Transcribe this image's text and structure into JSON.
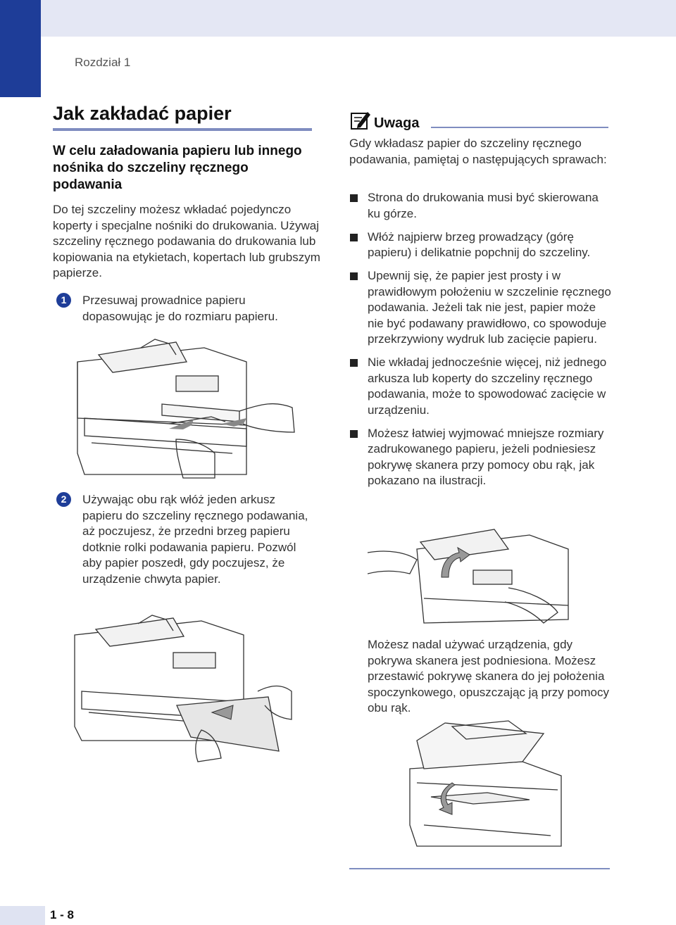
{
  "header": {
    "chapter": "Rozdział 1"
  },
  "section": {
    "title": "Jak zakładać papier",
    "subtitle": "W celu załadowania papieru lub innego nośnika do szczeliny ręcznego podawania",
    "intro": "Do tej szczeliny możesz wkładać pojedynczo koperty i specjalne nośniki do drukowania. Używaj szczeliny ręcznego podawania do drukowania lub kopiowania na etykietach, kopertach lub grubszym papierze."
  },
  "steps": [
    {
      "number": "1",
      "text": "Przesuwaj prowadnice papieru dopasowując je do rozmiaru papieru."
    },
    {
      "number": "2",
      "text": "Używając obu rąk włóż jeden arkusz papieru do szczeliny ręcznego podawania, aż poczujesz, że przedni brzeg papieru dotknie rolki podawania papieru. Pozwól aby papier poszedł, gdy poczujesz, że urządzenie chwyta papier."
    }
  ],
  "note": {
    "title": "Uwaga",
    "intro": "Gdy wkładasz papier do szczeliny ręcznego podawania, pamiętaj o następujących sprawach:",
    "bullets": [
      "Strona do drukowania musi być skierowana ku górze.",
      "Włóż najpierw brzeg prowadzący (górę papieru) i delikatnie popchnij do szczeliny.",
      "Upewnij się, że papier jest prosty i w prawidłowym położeniu w szczelinie ręcznego podawania. Jeżeli tak nie jest, papier może nie być podawany prawidłowo, co spowoduje przekrzywiony wydruk lub zacięcie papieru.",
      "Nie wkładaj jednocześnie więcej, niż jednego arkusza lub koperty do szczeliny ręcznego podawania, może to spowodować zacięcie w urządzeniu.",
      "Możesz łatwiej wyjmować mniejsze rozmiary zadrukowanego papieru, jeżeli podniesiesz pokrywę skanera przy pomocy obu rąk, jak pokazano na ilustracji."
    ],
    "icon": "note-pencil-icon"
  },
  "after_note": "Możesz nadal używać urządzenia, gdy pokrywa skanera jest podniesiona. Możesz przestawić pokrywę skanera do jej położenia spoczynkowego, opuszczając ją przy pomocy obu rąk.",
  "footer": {
    "page": "1 - 8"
  },
  "colors": {
    "accent": "#1e3d98",
    "rule": "#7f8dc0",
    "band": "#e4e7f4"
  }
}
